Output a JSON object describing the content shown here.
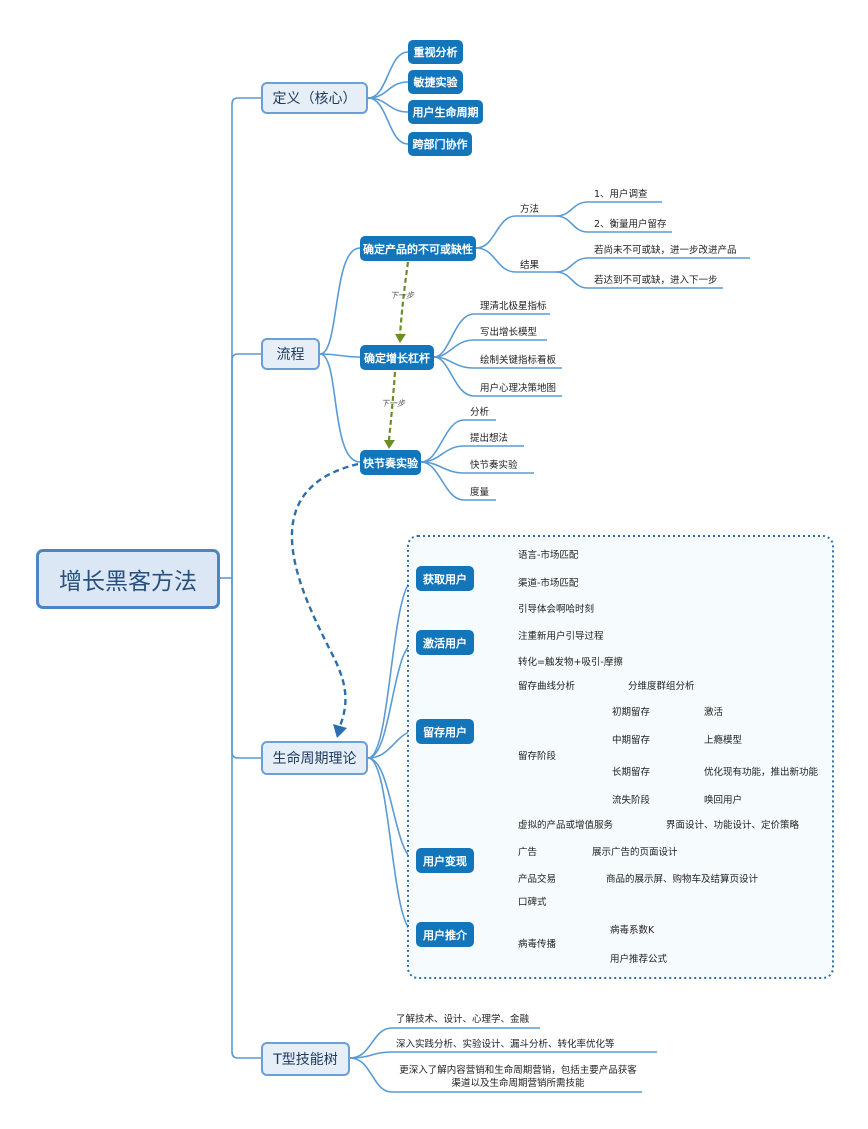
{
  "root": {
    "label": "增长黑客方法"
  },
  "definition": {
    "label": "定义（核心）",
    "items": [
      "重视分析",
      "敏捷实验",
      "用户生命周期",
      "跨部门协作"
    ]
  },
  "process": {
    "label": "流程",
    "step1": {
      "label": "确定产品的不可或缺性",
      "method": {
        "label": "方法",
        "items": [
          "1、用户调查",
          "2、衡量用户留存"
        ]
      },
      "result": {
        "label": "结果",
        "items": [
          "若尚未不可或缺，进一步改进产品",
          "若达到不可或缺，进入下一步"
        ]
      }
    },
    "step2": {
      "label": "确定增长杠杆",
      "items": [
        "理清北极星指标",
        "写出增长模型",
        "绘制关键指标看板",
        "用户心理决策地图"
      ]
    },
    "step3": {
      "label": "快节奏实验",
      "items": [
        "分析",
        "提出想法",
        "快节奏实验",
        "度量"
      ]
    },
    "next_step": "下一步"
  },
  "lifecycle": {
    "label": "生命周期理论",
    "acquire": {
      "label": "获取用户",
      "items": [
        "语言-市场匹配",
        "渠道-市场匹配"
      ]
    },
    "activate": {
      "label": "激活用户",
      "items": [
        "引导体会啊哈时刻",
        "注重新用户引导过程",
        "转化=触发物+吸引-摩擦"
      ]
    },
    "retain": {
      "label": "留存用户",
      "curve": {
        "label": "留存曲线分析",
        "child": "分维度群组分析"
      },
      "stage": {
        "label": "留存阶段",
        "rows": [
          {
            "label": "初期留存",
            "child": "激活"
          },
          {
            "label": "中期留存",
            "child": "上瘾模型"
          },
          {
            "label": "长期留存",
            "child": "优化现有功能，推出新功能"
          },
          {
            "label": "流失阶段",
            "child": "唤回用户"
          }
        ]
      }
    },
    "monetize": {
      "label": "用户变现",
      "rows": [
        {
          "label": "虚拟的产品或增值服务",
          "child": "界面设计、功能设计、定价策略"
        },
        {
          "label": "广告",
          "child": "展示广告的页面设计"
        },
        {
          "label": "产品交易",
          "child": "商品的展示屏、购物车及结算页设计"
        }
      ]
    },
    "refer": {
      "label": "用户推介",
      "word_of_mouth": "口碑式",
      "viral": {
        "label": "病毒传播",
        "items": [
          "病毒系数K",
          "用户推荐公式"
        ]
      }
    }
  },
  "tskill": {
    "label": "T型技能树",
    "items": [
      "了解技术、设计、心理学、金融",
      "深入实践分析、实验设计、漏斗分析、转化率优化等",
      "更深入了解内容营销和生命周期营销，包括主要产品获客",
      "渠道以及生命周期营销所需技能"
    ]
  },
  "colors": {
    "accent": "#1376bb",
    "line": "#5a9bd4",
    "arrow_green": "#6b8e23",
    "arrow_blue": "#2a6fb0"
  }
}
